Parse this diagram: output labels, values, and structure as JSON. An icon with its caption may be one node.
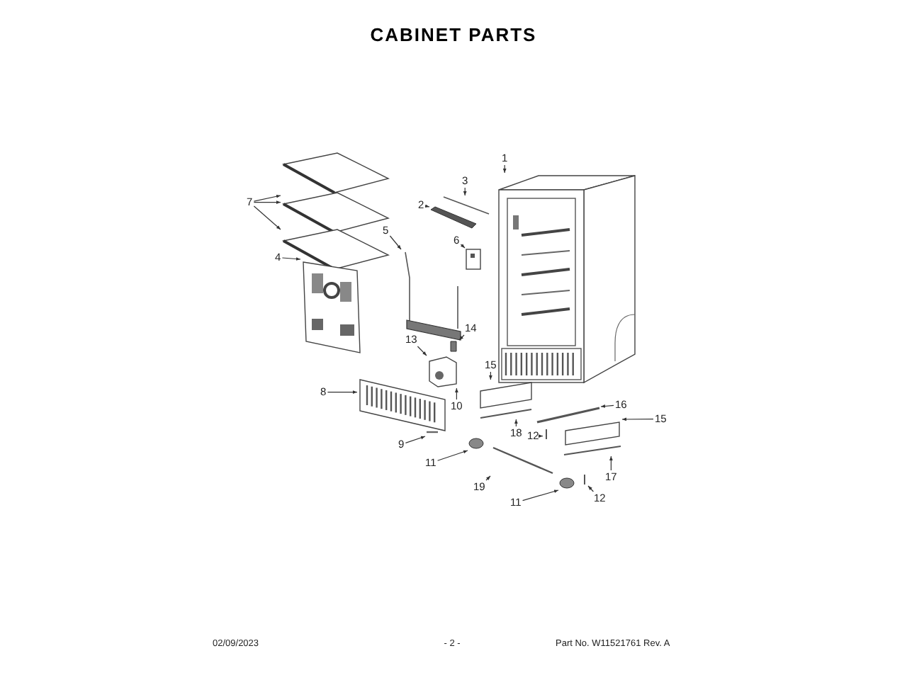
{
  "diagram": {
    "title": "CABINET PARTS",
    "nodes": [
      {
        "text": [
          "1"
        ]
      },
      {
        "text": [],
        "shape": "picture"
      },
      {
        "text": [
          "3"
        ]
      },
      {
        "text": [],
        "shape": "picture"
      },
      {
        "text": [
          "2"
        ]
      },
      {
        "text": [],
        "shape": "picture"
      },
      {
        "text": [
          "7"
        ]
      },
      {
        "text": [],
        "shape": "picture"
      },
      {
        "text": [],
        "shape": "picture"
      },
      {
        "text": [],
        "shape": "picture"
      },
      {
        "text": [
          "4"
        ]
      },
      {
        "text": [],
        "shape": "picture"
      },
      {
        "text": [
          "5"
        ]
      },
      {
        "text": [],
        "shape": "picture"
      },
      {
        "text": [
          "6"
        ]
      },
      {
        "text": [],
        "shape": "picture"
      },
      {
        "text": [
          "13"
        ]
      },
      {
        "text": [
          "14"
        ]
      },
      {
        "text": [],
        "shape": "picture"
      },
      {
        "text": [],
        "shape": "box"
      },
      {
        "text": [
          "8"
        ]
      },
      {
        "text": [],
        "shape": "picture"
      },
      {
        "text": [
          "10"
        ]
      },
      {
        "text": [
          "15"
        ]
      },
      {
        "text": [],
        "shape": "box"
      },
      {
        "text": [
          "9"
        ]
      },
      {
        "text": [],
        "shape": "picture"
      },
      {
        "text": [
          "16"
        ]
      },
      {
        "text": [],
        "shape": "picture"
      },
      {
        "text": [
          "15"
        ]
      },
      {
        "text": [],
        "shape": "box"
      },
      {
        "text": [
          "11"
        ]
      },
      {
        "text": [],
        "shape": "circle"
      },
      {
        "text": [
          "18"
        ]
      },
      {
        "text": [],
        "shape": "picture"
      },
      {
        "text": [
          "12"
        ]
      },
      {
        "text": [],
        "shape": "picture"
      },
      {
        "text": [
          "19"
        ]
      },
      {
        "text": [],
        "shape": "picture"
      },
      {
        "text": [
          "17"
        ]
      },
      {
        "text": [],
        "shape": "picture"
      },
      {
        "text": [
          "11"
        ]
      },
      {
        "text": [],
        "shape": "circle"
      },
      {
        "text": [
          "12"
        ]
      },
      {
        "text": [],
        "shape": "picture"
      }
    ],
    "edges": [
      {
        "from": 0,
        "to": 1,
        "arrow": "to"
      },
      {
        "from": 2,
        "to": 3,
        "arrow": "to"
      },
      {
        "from": 4,
        "to": 5,
        "arrow": "to"
      },
      {
        "from": 6,
        "to": 7,
        "arrow": "to"
      },
      {
        "from": 6,
        "to": 8,
        "arrow": "to"
      },
      {
        "from": 6,
        "to": 9,
        "arrow": "to"
      },
      {
        "from": 10,
        "to": 11,
        "arrow": "to"
      },
      {
        "from": 12,
        "to": 13,
        "arrow": "to"
      },
      {
        "from": 14,
        "to": 15,
        "arrow": "to"
      },
      {
        "from": 16,
        "to": 18,
        "arrow": "to"
      },
      {
        "from": 17,
        "to": 19,
        "arrow": "to"
      },
      {
        "from": 20,
        "to": 21,
        "arrow": "to"
      },
      {
        "from": 22,
        "to": 18,
        "arrow": "to"
      },
      {
        "from": 23,
        "to": 24,
        "arrow": "to"
      },
      {
        "from": 25,
        "to": 26,
        "arrow": "to"
      },
      {
        "from": 27,
        "to": 28,
        "arrow": "to"
      },
      {
        "from": 29,
        "to": 30,
        "arrow": "to"
      },
      {
        "from": 31,
        "to": 32,
        "arrow": "to"
      },
      {
        "from": 33,
        "to": 34,
        "arrow": "to"
      },
      {
        "from": 35,
        "to": 36,
        "arrow": "to"
      },
      {
        "from": 37,
        "to": 38,
        "arrow": "to"
      },
      {
        "from": 39,
        "to": 40,
        "arrow": "to"
      },
      {
        "from": 41,
        "to": 42,
        "arrow": "to"
      },
      {
        "from": 43,
        "to": 44,
        "arrow": "to"
      }
    ],
    "labels": [
      "02/09/2023",
      "- 2 -",
      "Part No. W11521761 Rev. A"
    ]
  }
}
